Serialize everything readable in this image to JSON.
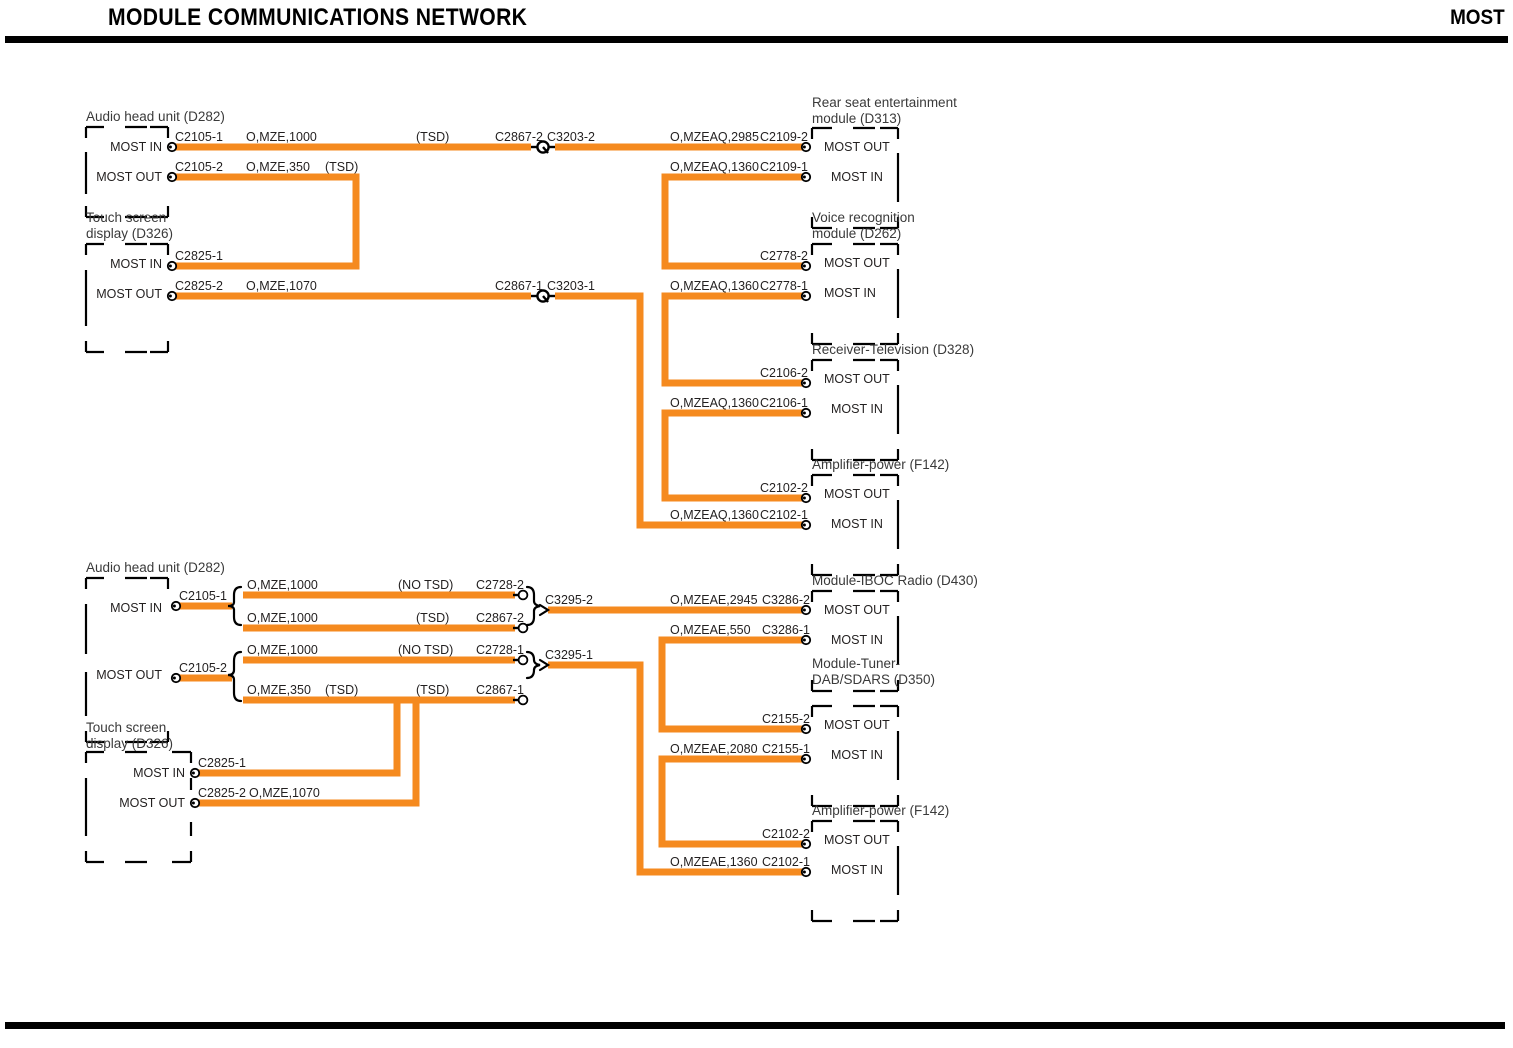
{
  "header": {
    "title": "MODULE COMMUNICATIONS NETWORK",
    "right_label": "MOST"
  },
  "modules": {
    "audio_head_unit_top": {
      "name": "Audio head unit (D282)",
      "port_in": "MOST IN",
      "port_out": "MOST OUT"
    },
    "touch_screen_top": {
      "name": "Touch screen\ndisplay (D326)",
      "name_line1": "Touch screen",
      "name_line2": "display (D326)",
      "port_in": "MOST IN",
      "port_out": "MOST OUT"
    },
    "rear_seat": {
      "name_line1": "Rear seat entertainment",
      "name_line2": "module (D313)",
      "port_out": "MOST OUT",
      "port_in": "MOST IN"
    },
    "voice_recognition": {
      "name_line1": "Voice recognition",
      "name_line2": "module (D262)",
      "port_out": "MOST OUT",
      "port_in": "MOST IN"
    },
    "receiver_tv": {
      "name_line1": "Receiver-Television (D328)",
      "port_out": "MOST OUT",
      "port_in": "MOST IN"
    },
    "amplifier_top": {
      "name_line1": "Amplifier-power (F142)",
      "port_out": "MOST OUT",
      "port_in": "MOST IN"
    },
    "audio_head_unit_bot": {
      "name": "Audio head unit (D282)",
      "port_in": "MOST IN",
      "port_out": "MOST OUT"
    },
    "touch_screen_bot": {
      "name_line1": "Touch screen",
      "name_line2": "display (D326)",
      "port_in": "MOST IN",
      "port_out": "MOST OUT"
    },
    "iboc_radio": {
      "name_line1": "Module-IBOC Radio (D430)",
      "port_out": "MOST OUT",
      "port_in": "MOST IN"
    },
    "tuner_dab": {
      "name_line1": "Module-Tuner-",
      "name_line2": "DAB/SDARS (D350)",
      "port_out": "MOST OUT",
      "port_in": "MOST IN"
    },
    "amplifier_bot": {
      "name_line1": "Amplifier-power (F142)",
      "port_out": "MOST OUT",
      "port_in": "MOST IN"
    }
  },
  "top_diagram": {
    "labels": {
      "c2105_1": "C2105-1",
      "w_mze_1000": "O,MZE,1000",
      "tsd_1": "(TSD)",
      "c2867_2": "C2867-2",
      "c3203_2": "C3203-2",
      "w_mzeaq_2985": "O,MZEAQ,2985",
      "c2109_2": "C2109-2",
      "c2105_2": "C2105-2",
      "w_mze_350": "O,MZE,350",
      "tsd_2": "(TSD)",
      "w_mzeaq_1360_a": "O,MZEAQ,1360",
      "c2109_1": "C2109-1",
      "c2825_1": "C2825-1",
      "c2778_2": "C2778-2",
      "c2825_2": "C2825-2",
      "w_mze_1070": "O,MZE,1070",
      "c2867_1": "C2867-1",
      "c3203_1": "C3203-1",
      "w_mzeaq_1360_b": "O,MZEAQ,1360",
      "c2778_1": "C2778-1",
      "c2106_2": "C2106-2",
      "w_mzeaq_1360_c": "O,MZEAQ,1360",
      "c2106_1": "C2106-1",
      "c2102_2": "C2102-2",
      "w_mzeaq_1360_d": "O,MZEAQ,1360",
      "c2102_1": "C2102-1"
    }
  },
  "bottom_diagram": {
    "labels": {
      "c2105_1": "C2105-1",
      "w_mze_1000_a": "O,MZE,1000",
      "no_tsd_a": "(NO TSD)",
      "c2728_2": "C2728-2",
      "w_mze_1000_b": "O,MZE,1000",
      "tsd_a": "(TSD)",
      "c2867_2": "C2867-2",
      "c3295_2": "C3295-2",
      "w_mzeae_2945": "O,MZEAE,2945",
      "c3286_2": "C3286-2",
      "w_mzeae_550": "O,MZEAE,550",
      "c3286_1": "C3286-1",
      "c2105_2": "C2105-2",
      "w_mze_1000_c": "O,MZE,1000",
      "no_tsd_b": "(NO TSD)",
      "c2728_1": "C2728-1",
      "w_mze_350": "O,MZE,350",
      "tsd_b": "(TSD)",
      "tsd_c": "(TSD)",
      "c2867_1": "C2867-1",
      "c3295_1": "C3295-1",
      "c2155_2": "C2155-2",
      "w_mzeae_2080": "O,MZEAE,2080",
      "c2155_1": "C2155-1",
      "c2825_1": "C2825-1",
      "c2825_2": "C2825-2",
      "w_mze_1070": "O,MZE,1070",
      "c2102_2": "C2102-2",
      "w_mzeae_1360": "O,MZEAE,1360",
      "c2102_1": "C2102-1"
    }
  },
  "colors": {
    "wire": "#F58A1F",
    "text": "#221f1f",
    "module_label": "#3a3a3a",
    "rule": "#000000"
  }
}
